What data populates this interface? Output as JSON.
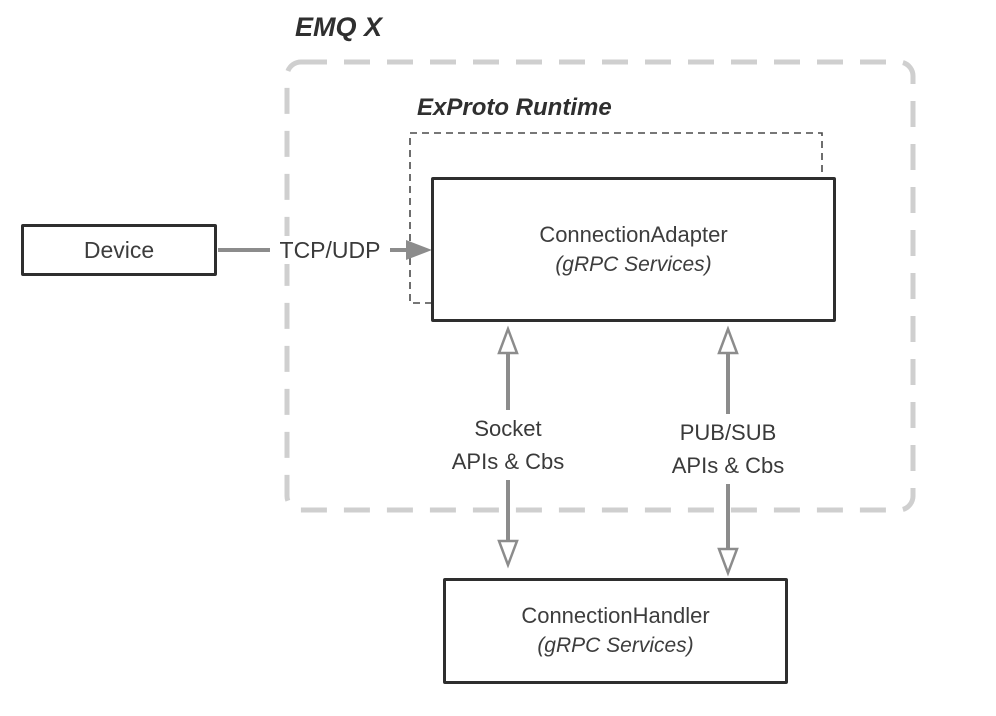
{
  "diagram": {
    "emqx_region_label": "EMQ X",
    "exproto_region_label": "ExProto Runtime",
    "device_box": {
      "label": "Device"
    },
    "adapter_box": {
      "title": "ConnectionAdapter",
      "subtitle": "(gRPC Services)"
    },
    "handler_box": {
      "title": "ConnectionHandler",
      "subtitle": "(gRPC Services)"
    },
    "edges": {
      "tcp_udp": {
        "label": "TCP/UDP"
      },
      "socket": {
        "line1": "Socket",
        "line2": "APIs & Cbs"
      },
      "pubsub": {
        "line1": "PUB/SUB",
        "line2": "APIs & Cbs"
      }
    },
    "colors": {
      "box_border": "#2e2e2e",
      "text": "#3d3d3d",
      "arrow_gray": "#8c8c8c",
      "outer_dash_gray": "#cfcfcf",
      "inner_dash_dark": "#4a4a4a",
      "background": "#ffffff"
    }
  }
}
